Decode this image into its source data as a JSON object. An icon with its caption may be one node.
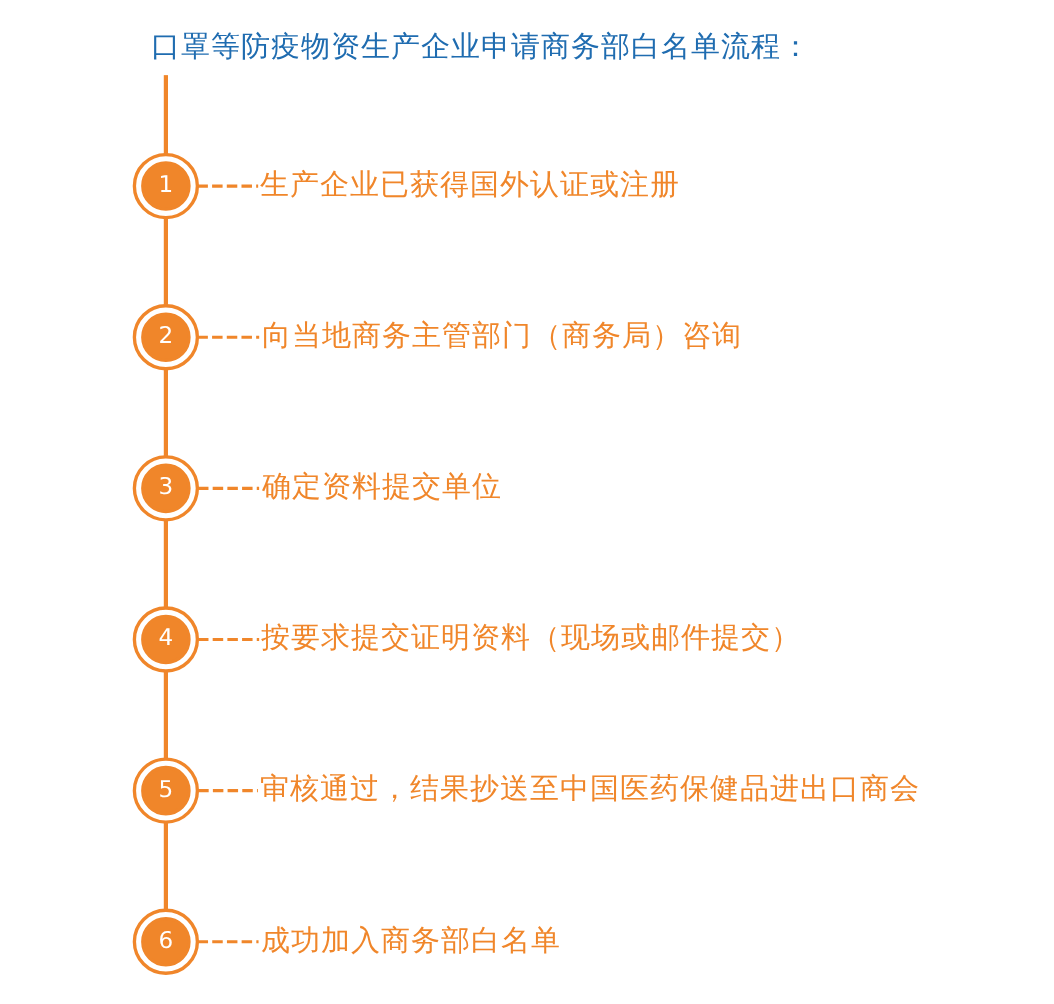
{
  "diagram": {
    "title": "口罩等防疫物资生产企业申请商务部白名单流程：",
    "nodes": [
      {
        "text": [
          "1"
        ]
      },
      {
        "text": [
          "生产企业已获得国外认证或注册"
        ]
      },
      {
        "text": [
          "2"
        ]
      },
      {
        "text": [
          "向当地商务主管部门（商务局）咨询"
        ]
      },
      {
        "text": [
          "3"
        ]
      },
      {
        "text": [
          "确定资料提交单位"
        ]
      },
      {
        "text": [
          "4"
        ]
      },
      {
        "text": [
          "按要求提交证明资料（现场或邮件提交）"
        ]
      },
      {
        "text": [
          "5"
        ]
      },
      {
        "text": [
          "审核通过，结果抄送至中国医药保健品进出口商会"
        ]
      },
      {
        "text": [
          "6"
        ]
      },
      {
        "text": [
          "成功加入商务部白名单"
        ]
      }
    ],
    "edges": [
      {
        "from": null,
        "to": 0,
        "arrow": "none"
      },
      {
        "from": 0,
        "to": 1,
        "arrow": "none",
        "style": "dashed"
      },
      {
        "from": 0,
        "to": 2,
        "arrow": "none"
      },
      {
        "from": 2,
        "to": 3,
        "arrow": "none",
        "style": "dashed"
      },
      {
        "from": 2,
        "to": 4,
        "arrow": "none"
      },
      {
        "from": 4,
        "to": 5,
        "arrow": "none",
        "style": "dashed"
      },
      {
        "from": 4,
        "to": 6,
        "arrow": "none"
      },
      {
        "from": 6,
        "to": 7,
        "arrow": "none",
        "style": "dashed"
      },
      {
        "from": 6,
        "to": 8,
        "arrow": "none"
      },
      {
        "from": 8,
        "to": 9,
        "arrow": "none",
        "style": "dashed"
      },
      {
        "from": 8,
        "to": 10,
        "arrow": "none"
      },
      {
        "from": 10,
        "to": 11,
        "arrow": "none",
        "style": "dashed"
      }
    ]
  }
}
